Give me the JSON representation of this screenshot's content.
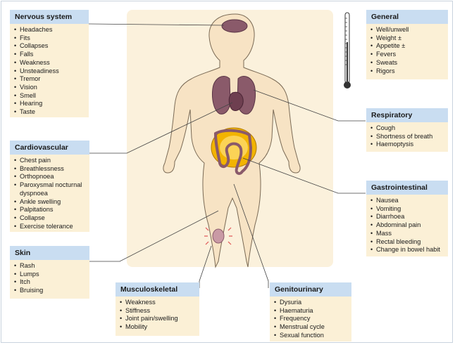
{
  "sections": {
    "nervous": {
      "title": "Nervous system",
      "items": [
        "Headaches",
        "Fits",
        "Collapses",
        "Falls",
        "Weakness",
        "Unsteadiness",
        "Tremor",
        "Vision",
        "Smell",
        "Hearing",
        "Taste"
      ]
    },
    "general": {
      "title": "General",
      "items": [
        "Well/unwell",
        "Weight ±",
        "Appetite ±",
        "Fevers",
        "Sweats",
        "Rigors"
      ]
    },
    "respiratory": {
      "title": "Respiratory",
      "items": [
        "Cough",
        "Shortness of breath",
        "Haemoptysis"
      ]
    },
    "cardiovascular": {
      "title": "Cardiovascular",
      "items": [
        "Chest pain",
        "Breathlessness",
        "Orthopnoea",
        "Paroxysmal nocturnal",
        "dyspnoea",
        "Ankle swelling",
        "Palpitations",
        "Collapse",
        "Exercise tolerance"
      ]
    },
    "gastrointestinal": {
      "title": "Gastrointestinal",
      "items": [
        "Nausea",
        "Vomiting",
        "Diarrhoea",
        "Abdominal pain",
        "Mass",
        "Rectal bleeding",
        "Change in bowel habit"
      ]
    },
    "skin": {
      "title": "Skin",
      "items": [
        "Rash",
        "Lumps",
        "Itch",
        "Bruising"
      ]
    },
    "musculoskeletal": {
      "title": "Musculoskeletal",
      "items": [
        "Weakness",
        "Stiffness",
        "Joint pain/swelling",
        "Mobility"
      ]
    },
    "genitourinary": {
      "title": "Genitourinary",
      "items": [
        "Dysuria",
        "Haematuria",
        "Frequency",
        "Menstrual cycle",
        "Sexual function"
      ]
    }
  },
  "colors": {
    "header": "#c9ddf1",
    "box": "#fbf0d6",
    "skin": "#f7e3c4",
    "organ": "#8a5a6a",
    "gut": "#f2b400"
  }
}
